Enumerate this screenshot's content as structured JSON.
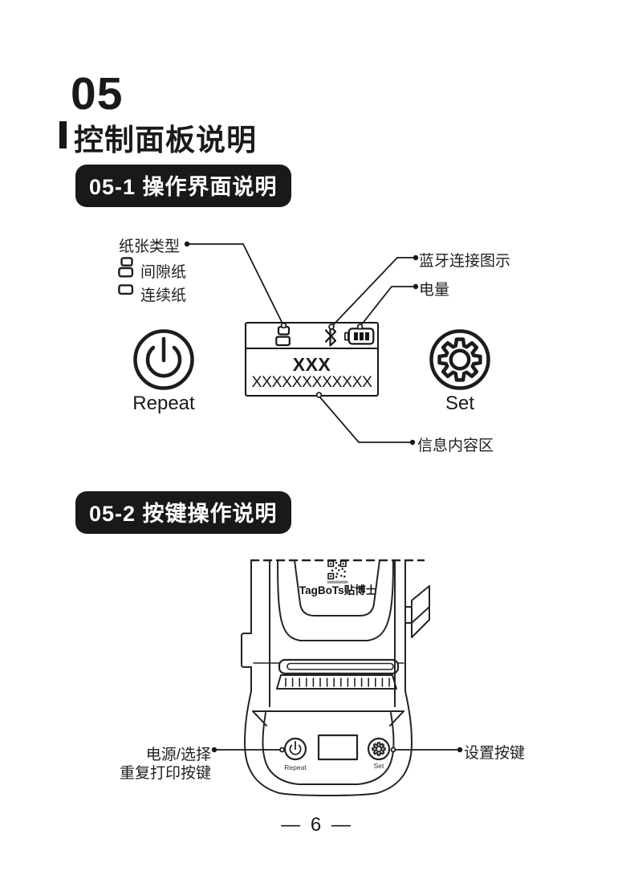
{
  "page": {
    "chapter_number": "05",
    "chapter_title": "控制面板说明",
    "page_number": "— 6 —"
  },
  "section_1": {
    "badge": "05-1 操作界面说明",
    "paper_type_label": "纸张类型",
    "gap_paper_label": "间隙纸",
    "continuous_paper_label": "连续纸",
    "bluetooth_label": "蓝牙连接图示",
    "battery_label": "电量",
    "info_area_label": "信息内容区",
    "screen_line1": "XXX",
    "screen_line2": "XXXXXXXXXXXX",
    "repeat_button_label": "Repeat",
    "set_button_label": "Set"
  },
  "section_2": {
    "badge": "05-2 按键操作说明",
    "printer_brand": "TagBoTs贴博士",
    "printer_repeat_label": "Repeat",
    "printer_set_label": "Set",
    "power_button_label_line1": "电源/选择",
    "power_button_label_line2": "重复打印按键",
    "set_button_label": "设置按键"
  },
  "colors": {
    "ink": "#1a1a1a",
    "badge_background": "#191919",
    "badge_text": "#ffffff"
  }
}
